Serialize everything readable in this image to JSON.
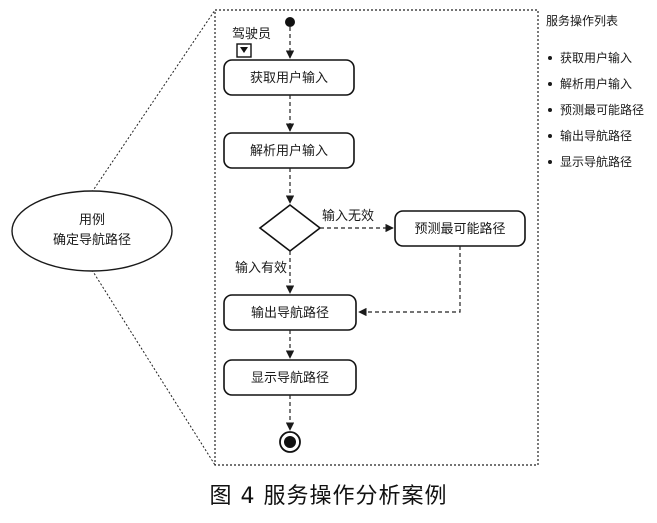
{
  "diagram": {
    "use_case": {
      "line1": "用例",
      "line2": "确定导航路径"
    },
    "actor_label": "驾驶员",
    "nodes": {
      "get_input": "获取用户输入",
      "parse_input": "解析用户输入",
      "predict_path": "预测最可能路径",
      "output_path": "输出导航路径",
      "display_path": "显示导航路径"
    },
    "guards": {
      "invalid": "输入无效",
      "valid": "输入有效"
    }
  },
  "service_list": {
    "title": "服务操作列表",
    "items": [
      "获取用户输入",
      "解析用户输入",
      "预测最可能路径",
      "输出导航路径",
      "显示导航路径"
    ]
  },
  "caption": "图 4  服务操作分析案例"
}
